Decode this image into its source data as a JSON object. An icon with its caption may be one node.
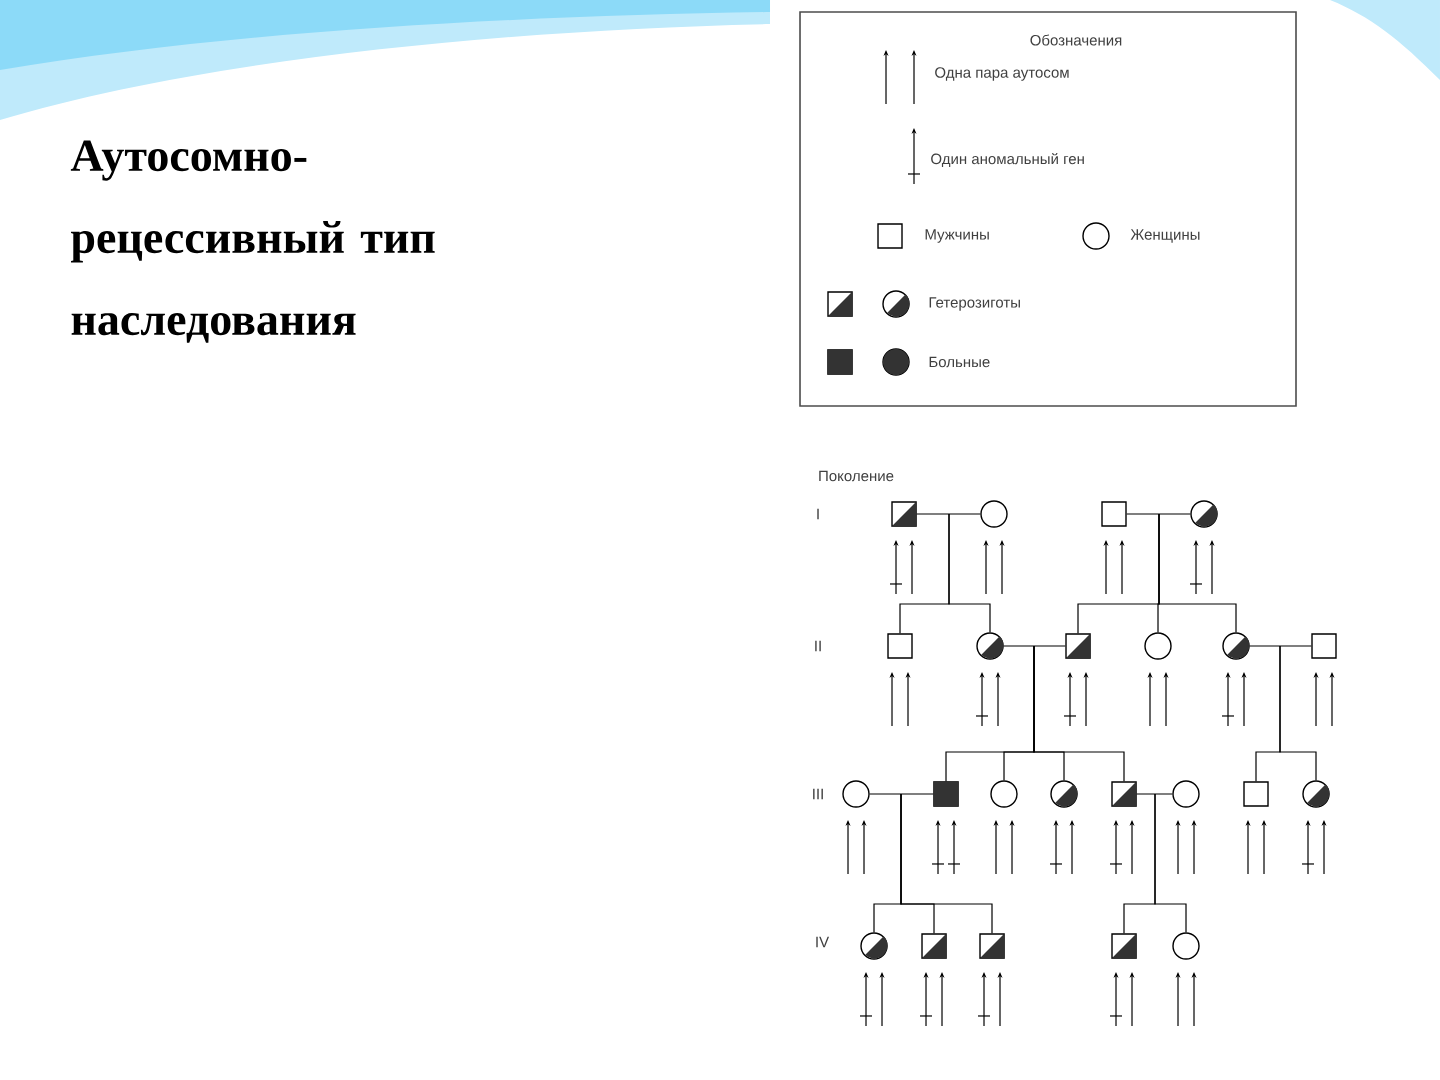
{
  "diagram": {
    "title": "Аутосомно-рецессивный тип наследования",
    "nodes": [
      {
        "text": [],
        "shape": "box"
      },
      {
        "text": [],
        "shape": "circle"
      },
      {
        "text": [],
        "shape": "box"
      },
      {
        "text": [],
        "shape": "circle"
      },
      {
        "text": [],
        "shape": "box"
      },
      {
        "text": [],
        "shape": "circle"
      },
      {
        "text": [],
        "shape": "box"
      },
      {
        "text": [],
        "shape": "circle"
      },
      {
        "text": [],
        "shape": "circle"
      },
      {
        "text": [],
        "shape": "box"
      },
      {
        "text": [],
        "shape": "circle"
      },
      {
        "text": [],
        "shape": "box"
      },
      {
        "text": [],
        "shape": "circle"
      },
      {
        "text": [],
        "shape": "circle"
      },
      {
        "text": [],
        "shape": "box"
      },
      {
        "text": [],
        "shape": "circle"
      },
      {
        "text": [],
        "shape": "box"
      },
      {
        "text": [],
        "shape": "circle"
      },
      {
        "text": [],
        "shape": "circle"
      },
      {
        "text": [],
        "shape": "box"
      },
      {
        "text": [],
        "shape": "box"
      },
      {
        "text": [],
        "shape": "box"
      },
      {
        "text": [],
        "shape": "circle"
      }
    ],
    "edges": [
      {
        "from": 0,
        "to": 1,
        "arrow": "none"
      },
      {
        "from": 2,
        "to": 3,
        "arrow": "none"
      },
      {
        "from": 5,
        "to": 6,
        "arrow": "none"
      },
      {
        "from": 8,
        "to": 9,
        "arrow": "none"
      },
      {
        "from": 10,
        "to": 11,
        "arrow": "none"
      },
      {
        "from": 14,
        "to": 15,
        "arrow": "none"
      },
      {
        "from": 0,
        "to": 4,
        "arrow": "none"
      },
      {
        "from": 0,
        "to": 5,
        "arrow": "none"
      },
      {
        "from": 2,
        "to": 6,
        "arrow": "none"
      },
      {
        "from": 2,
        "to": 7,
        "arrow": "none"
      },
      {
        "from": 2,
        "to": 8,
        "arrow": "none"
      },
      {
        "from": 5,
        "to": 11,
        "arrow": "none"
      },
      {
        "from": 5,
        "to": 12,
        "arrow": "none"
      },
      {
        "from": 5,
        "to": 13,
        "arrow": "none"
      },
      {
        "from": 5,
        "to": 14,
        "arrow": "none"
      },
      {
        "from": 8,
        "to": 16,
        "arrow": "none"
      },
      {
        "from": 8,
        "to": 17,
        "arrow": "none"
      },
      {
        "from": 10,
        "to": 18,
        "arrow": "none"
      },
      {
        "from": 10,
        "to": 19,
        "arrow": "none"
      },
      {
        "from": 10,
        "to": 20,
        "arrow": "none"
      },
      {
        "from": 14,
        "to": 21,
        "arrow": "none"
      },
      {
        "from": 14,
        "to": 22,
        "arrow": "none"
      }
    ],
    "labels": [
      "Обозначения",
      "Поколение",
      "I",
      "II",
      "III",
      "IV"
    ],
    "legend": [
      {
        "text": "Одна пара аутосом"
      },
      {
        "text": "Один аномальный ген"
      },
      {
        "text": "Мужчины"
      },
      {
        "text": "Женщины"
      },
      {
        "text": "Гетерозиготы"
      },
      {
        "text": "Больные"
      }
    ]
  }
}
